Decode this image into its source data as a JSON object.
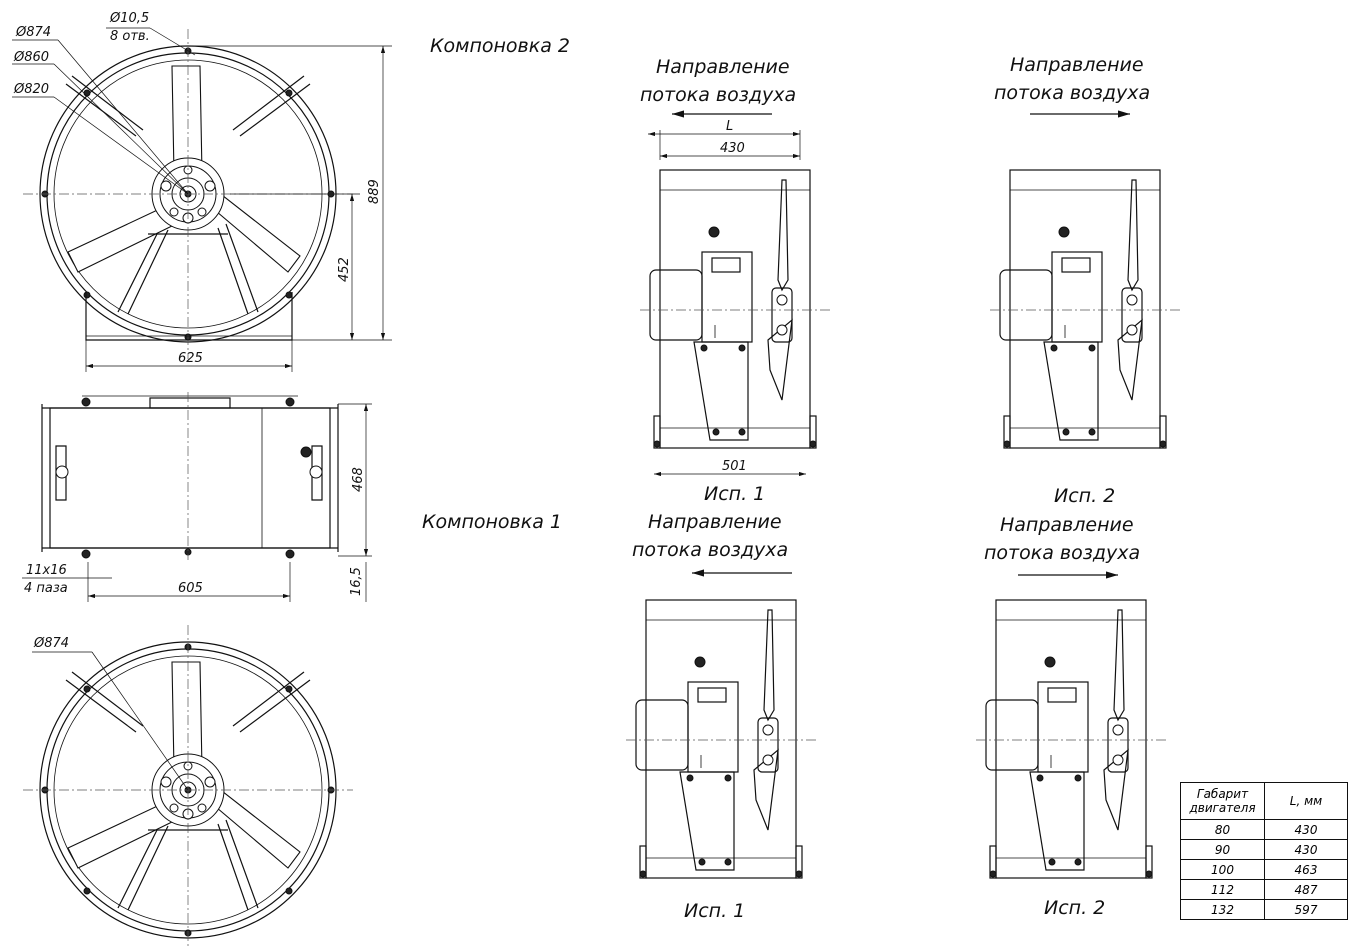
{
  "labels": {
    "layout2": "Компоновка 2",
    "layout1": "Компоновка 1",
    "flow": "Направление",
    "flow2": "потока воздуха",
    "var1": "Исп. 1",
    "var2": "Исп. 2"
  },
  "dims": {
    "d874": "Ø874",
    "d860": "Ø860",
    "d820": "Ø820",
    "d10": "Ø10,5",
    "holes": "8 отв.",
    "h889": "889",
    "h452": "452",
    "w625": "625",
    "h468": "468",
    "slot": "11x16",
    "slots": "4 паза",
    "w605": "605",
    "h16": "16,5",
    "L": "L",
    "w430": "430",
    "w501": "501",
    "d874b": "Ø874"
  },
  "table": {
    "col1": "Габарит двигателя",
    "col2": "L, мм",
    "rows": [
      [
        "80",
        "430"
      ],
      [
        "90",
        "430"
      ],
      [
        "100",
        "463"
      ],
      [
        "112",
        "487"
      ],
      [
        "132",
        "597"
      ]
    ]
  }
}
